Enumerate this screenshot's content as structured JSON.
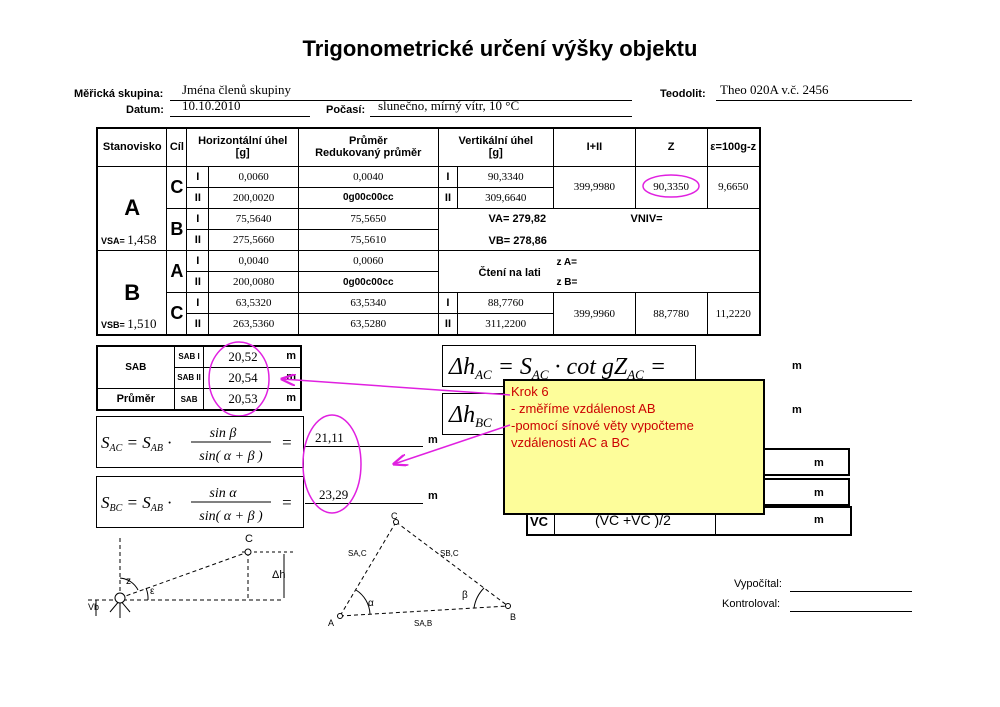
{
  "title": "Trigonometrické určení výšky objektu",
  "header": {
    "group_label": "Měřická skupina:",
    "group_value": "Jména členů skupiny",
    "date_label": "Datum:",
    "date_value": "10.10.2010",
    "weather_label": "Počasí:",
    "weather_value": "slunečno, mírný vítr, 10 °C",
    "theodolite_label": "Teodolit:",
    "theodolite_value": "Theo 020A v.č. 2456"
  },
  "table": {
    "h_station": "Stanovisko",
    "h_target": "Cíl",
    "h_horiz": "Horizontální úhel",
    "h_unit": "[g]",
    "h_mean": "Průměr",
    "h_mean2": "Redukovaný průměr",
    "h_vert": "Vertikální úhel",
    "h_sum": "I+II",
    "h_z": "Z",
    "h_eps": "ε=100g-z",
    "A": "A",
    "B": "B",
    "C": "C",
    "I": "I",
    "II": "II",
    "vsa_label": "VSA=",
    "vsa_value": "1,458",
    "vsb_label": "VSB=",
    "vsb_value": "1,510",
    "a_c_h1": "0,0060",
    "a_c_h2": "200,0020",
    "a_c_m1": "0,0040",
    "a_c_m2": "0g00c00cc",
    "a_c_v1": "90,3340",
    "a_c_v2": "309,6640",
    "a_c_sum": "399,9980",
    "a_c_z": "90,3350",
    "a_c_eps": "9,6650",
    "a_b_h1": "75,5640",
    "a_b_h2": "275,5660",
    "a_b_m1": "75,5650",
    "a_b_m2": "75,5610",
    "va": "VA= 279,82",
    "vb": "VB= 278,86",
    "vniv": "VNIV=",
    "b_a_h1": "0,0040",
    "b_a_h2": "200,0080",
    "b_a_m1": "0,0060",
    "b_a_m2": "0g00c00cc",
    "cteni": "Čtení na lati",
    "za": "z A=",
    "zb": "z B=",
    "b_c_h1": "63,5320",
    "b_c_h2": "263,5360",
    "b_c_m1": "63,5340",
    "b_c_m2": "63,5280",
    "b_c_v1": "88,7760",
    "b_c_v2": "311,2200",
    "b_c_sum": "399,9960",
    "b_c_z": "88,7780",
    "b_c_eps": "11,2220"
  },
  "sab": {
    "label": "SAB",
    "s1_label": "SAB I",
    "s1_value": "20,52",
    "s2_label": "SAB II",
    "s2_value": "20,54",
    "mean_label": "Průměr",
    "mean_sub": "SAB",
    "mean_value": "20,53",
    "unit": "m"
  },
  "sac": {
    "value": "21,11",
    "unit": "m"
  },
  "sbc": {
    "value": "23,29",
    "unit": "m"
  },
  "dh": {
    "unit_ac": "m",
    "unit_bc": "m"
  },
  "vc": {
    "label": "VC",
    "formula": "(VC +VC )/2",
    "unit1": "m",
    "unit2": "m",
    "unit3": "m"
  },
  "note": {
    "line1": "Krok 6",
    "line2": "- změříme vzdálenost AB",
    "line3": "-pomocí sínové věty vypočteme",
    "line4": "vzdálenosti AC a BC"
  },
  "sign": {
    "calc": "Vypočítal:",
    "check": "Kontroloval:"
  },
  "diagram": {
    "c": "C",
    "dh": "Δh",
    "z": "z",
    "eps": "ε",
    "vb": "Vb",
    "tri_c": "C",
    "tri_a": "A",
    "tri_b": "B",
    "sac": "SA,C",
    "sbc": "SB,C",
    "sab": "SA,B",
    "alpha": "α",
    "beta": "β"
  }
}
